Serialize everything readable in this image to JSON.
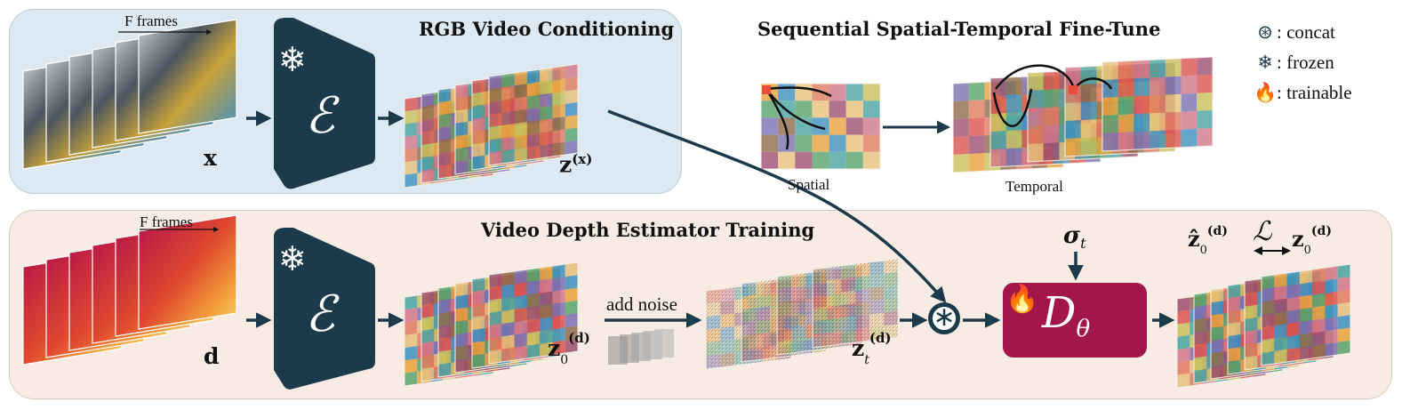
{
  "top_panel": {
    "title": "RGB Video Conditioning",
    "frames_label": "F frames",
    "input_symbol": "x",
    "latent_symbol": "z",
    "latent_superscript": "(x)"
  },
  "bottom_panel": {
    "title": "Video Depth Estimator Training",
    "frames_label": "F frames",
    "input_symbol": "d",
    "clean_latent_symbol": "z",
    "clean_latent_sub": "0",
    "clean_latent_sup": "(d)",
    "noise_label": "add noise",
    "noisy_latent_symbol": "z",
    "noisy_latent_sub": "t",
    "noisy_latent_sup": "(d)",
    "sigma_symbol": "σ",
    "sigma_sub": "t",
    "concat_glyph": "∗",
    "denoiser_symbol": "D",
    "denoiser_sub": "θ",
    "output_symbol": "ẑ",
    "output_sub": "0",
    "output_sup": "(d)",
    "loss_symbol": "ℒ",
    "target_symbol": "z",
    "target_sub": "0",
    "target_sup": "(d)"
  },
  "encoder": {
    "symbol": "ℰ",
    "frozen_glyph": "❄"
  },
  "finetune": {
    "title": "Sequential Spatial-Temporal Fine-Tune",
    "spatial_label": "Spatial",
    "temporal_label": "Temporal"
  },
  "legend": {
    "concat_icon": "⊛",
    "concat_label": ": concat",
    "frozen_icon": "❄",
    "frozen_label": ": frozen",
    "trainable_icon": "🔥",
    "trainable_label": ": trainable"
  },
  "colors": {
    "encoder": "#1b3a4b",
    "denoiser": "#a3164a",
    "arrow": "#1b3a4b",
    "top_panel_bg": "#dce9f2",
    "bottom_panel_bg": "#f7ebe3"
  }
}
